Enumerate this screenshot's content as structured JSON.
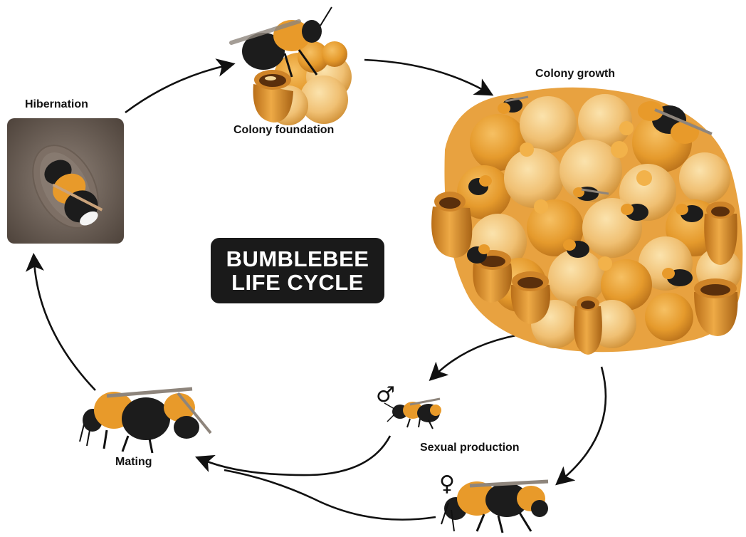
{
  "title": {
    "line1": "BUMBLEBEE",
    "line2": "LIFE CYCLE"
  },
  "stages": {
    "hibernation": "Hibernation",
    "colony_foundation": "Colony foundation",
    "colony_growth": "Colony growth",
    "sexual_production": "Sexual production",
    "mating": "Mating"
  },
  "symbols": {
    "male": "♂",
    "female": "♀"
  },
  "colors": {
    "cell_light": "#f3c878",
    "cell_orange": "#e8a238",
    "cell_dark": "#b8741c",
    "bee_black": "#1c1c1c",
    "bee_orange": "#e89a2a",
    "hibernation_bg": "#5f5248",
    "title_bg": "#1a1a1a"
  }
}
